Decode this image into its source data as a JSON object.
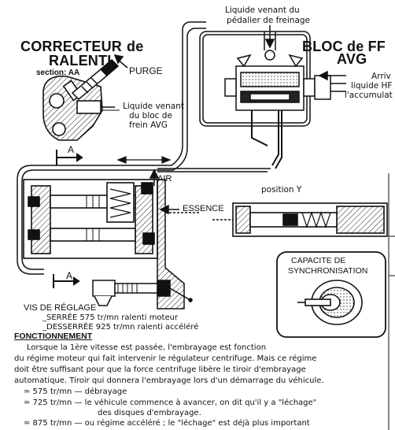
{
  "labels": {
    "correcteur": "CORRECTEUR",
    "de": "de",
    "ralenti": "RALENTI",
    "section": "section: AA",
    "purge": "PURGE",
    "liquide_frein_1": "Liquide venant",
    "liquide_frein_2": "du bloc de",
    "liquide_frein_3": "frein AVG",
    "pedalier_1": "Liquide venant du",
    "pedalier_2": "pédalier de freinage",
    "bloc": "BLOC de FF",
    "avg": "AVG",
    "arrivee_1": "Arriv",
    "arrivee_2": "liquide HF",
    "arrivee_3": "l'accumulat",
    "section_a_top": "A",
    "section_a_bottom": "A",
    "air": "AIR",
    "essence": "ESSENCE",
    "position_y": "position Y",
    "capacite_1": "CAPACITE  DE",
    "capacite_2": "SYNCHRONISATION",
    "vis_reglage": "VIS DE RÉGLAGE",
    "serree": "_SERRÉE  575 tr/mn  ralenti moteur",
    "desserree": "_DESSERRÉE  925 tr/mn  ralenti accéléré",
    "fonctionnement": "FONCTIONNEMENT"
  },
  "paragraph": [
    "Lorsque la 1ère vitesse est passée, l'embrayage est fonction",
    "du régime moteur qui fait intervenir le régulateur centrifuge. Mais ce régime",
    "doit être suffisant pour que la force centrifuge libère le tiroir d'embrayage",
    "automatique. Tiroir qui donnera l'embrayage lors d'un démarrage du véhicule.",
    "≃ 575 tr/mn — débrayage",
    "≃ 725 tr/mn — le véhicule commence à avancer, on dit qu'il y a \"léchage\"",
    "des disques d'embrayage.",
    "≃ 875 tr/mn — ou régime accéléré ; le \"léchage\" est déjà plus important"
  ]
}
